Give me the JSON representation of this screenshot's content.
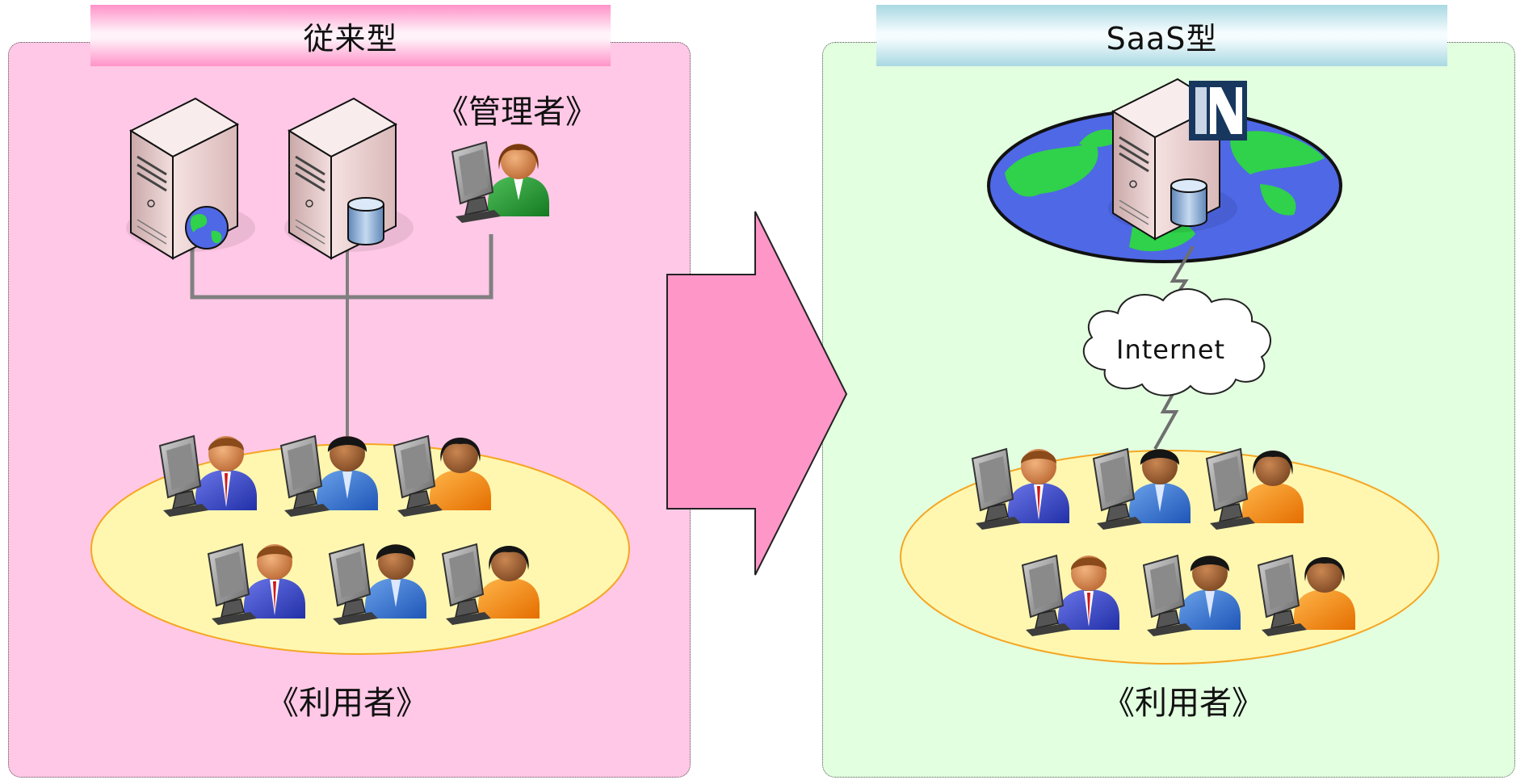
{
  "panels": {
    "left": {
      "title": "従来型",
      "admin_label": "《管理者》",
      "users_label": "《利用者》"
    },
    "right": {
      "title": "SaaS型",
      "network_label": "Internet",
      "users_label": "《利用者》"
    }
  },
  "colors": {
    "left_bg": "#ffc8e6",
    "right_bg": "#e2ffe0",
    "arrow": "#ff96c8",
    "user_group_ellipse": "#fff7b0",
    "globe_ocean": "#4f68e6",
    "globe_land": "#2fd24a"
  },
  "icons": [
    "server-icon",
    "database-icon",
    "globe-icon",
    "admin-user-icon",
    "user-workstation-icon",
    "cloud-icon",
    "lightning-link-icon",
    "vendor-logo-icon",
    "right-arrow-icon"
  ]
}
